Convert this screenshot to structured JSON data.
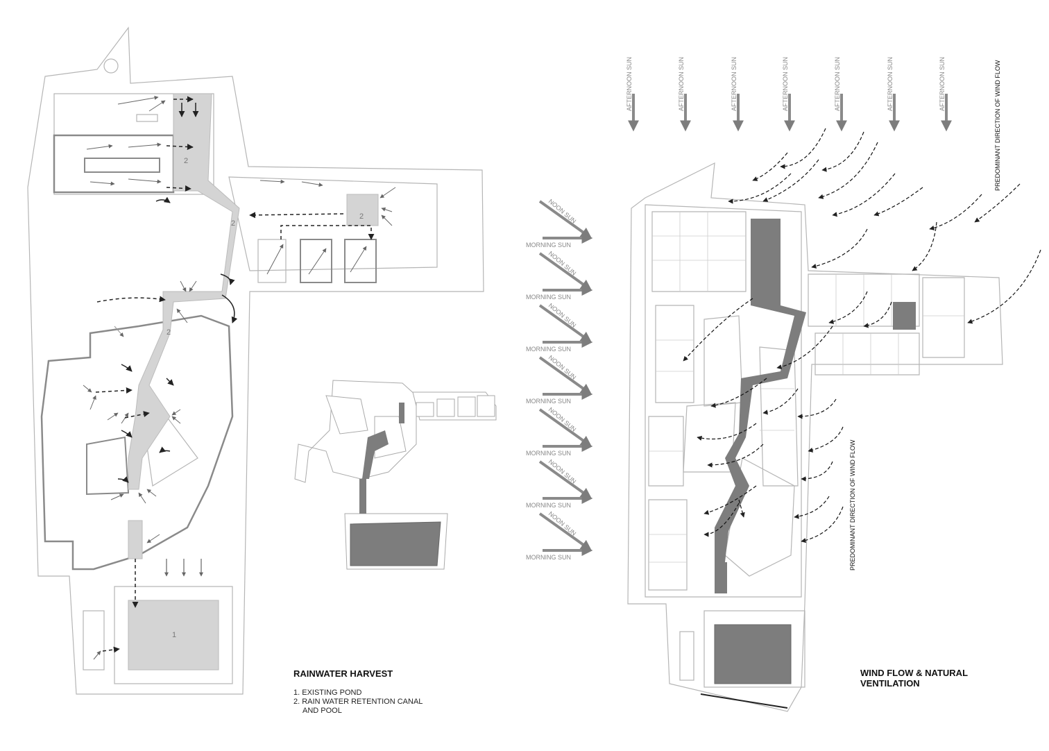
{
  "rainwater": {
    "title": "RAINWATER HARVEST",
    "legend": [
      "1. EXISTING POND",
      "2. RAIN WATER RETENTION CANAL",
      "AND POOL"
    ],
    "pond_number": "1",
    "canal_numbers": [
      "2",
      "2",
      "2",
      "2"
    ]
  },
  "wind": {
    "title_line1": "WIND FLOW & NATURAL",
    "title_line2": "VENTILATION",
    "afternoon_sun": "AFTERNOON SUN",
    "noon_sun": "NOON SUN",
    "morning_sun": "MORNING SUN",
    "wind_direction": "PREDOMINANT DIRECTION OF WIND FLOW"
  },
  "colors": {
    "canal_fill": "#d4d4d4",
    "dark_fill": "#7d7d7d",
    "sun_arrow": "#8a8a8a",
    "line": "#b5b5b5"
  }
}
